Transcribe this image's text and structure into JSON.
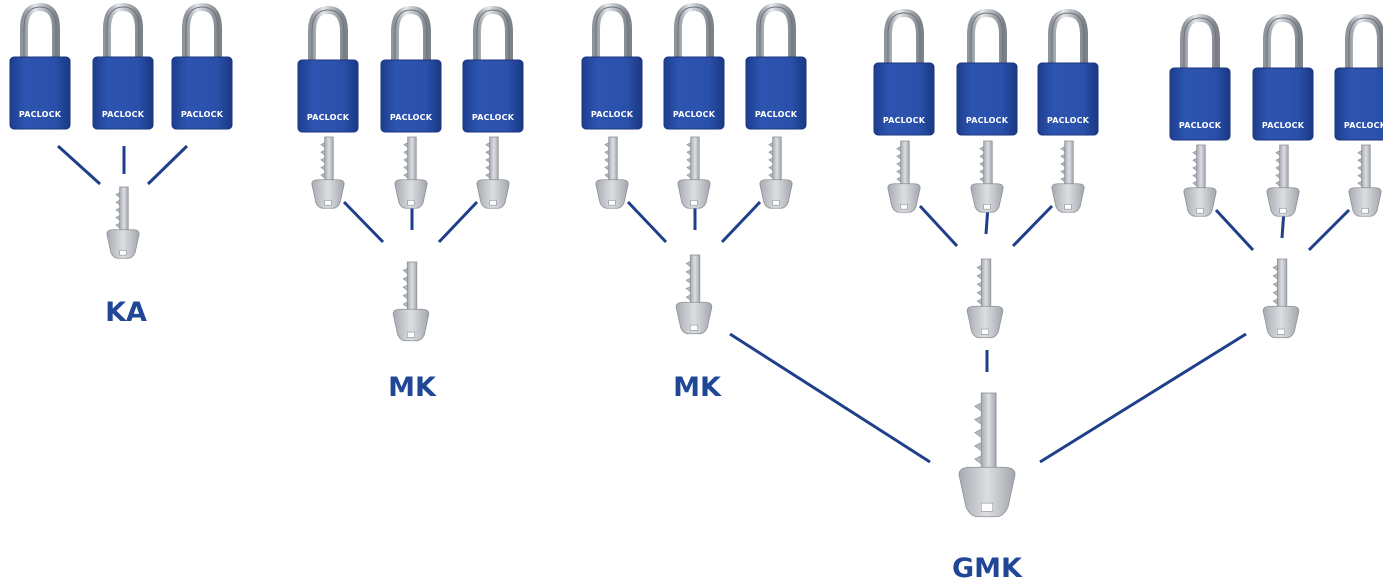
{
  "lock_brand": "PACLOCK",
  "colors": {
    "lock_body": "#2a4fa8",
    "lock_body_dark": "#1c3c8c",
    "shackle": "#b8bcc2",
    "key": "#c9ccd0",
    "connector": "#1f3f8a",
    "label": "#1f4796"
  },
  "labels": {
    "ka": "KA",
    "mk1": "MK",
    "mk2": "MK",
    "gmk": "GMK"
  },
  "icons": {
    "lock": "padlock-icon",
    "key": "key-icon"
  }
}
